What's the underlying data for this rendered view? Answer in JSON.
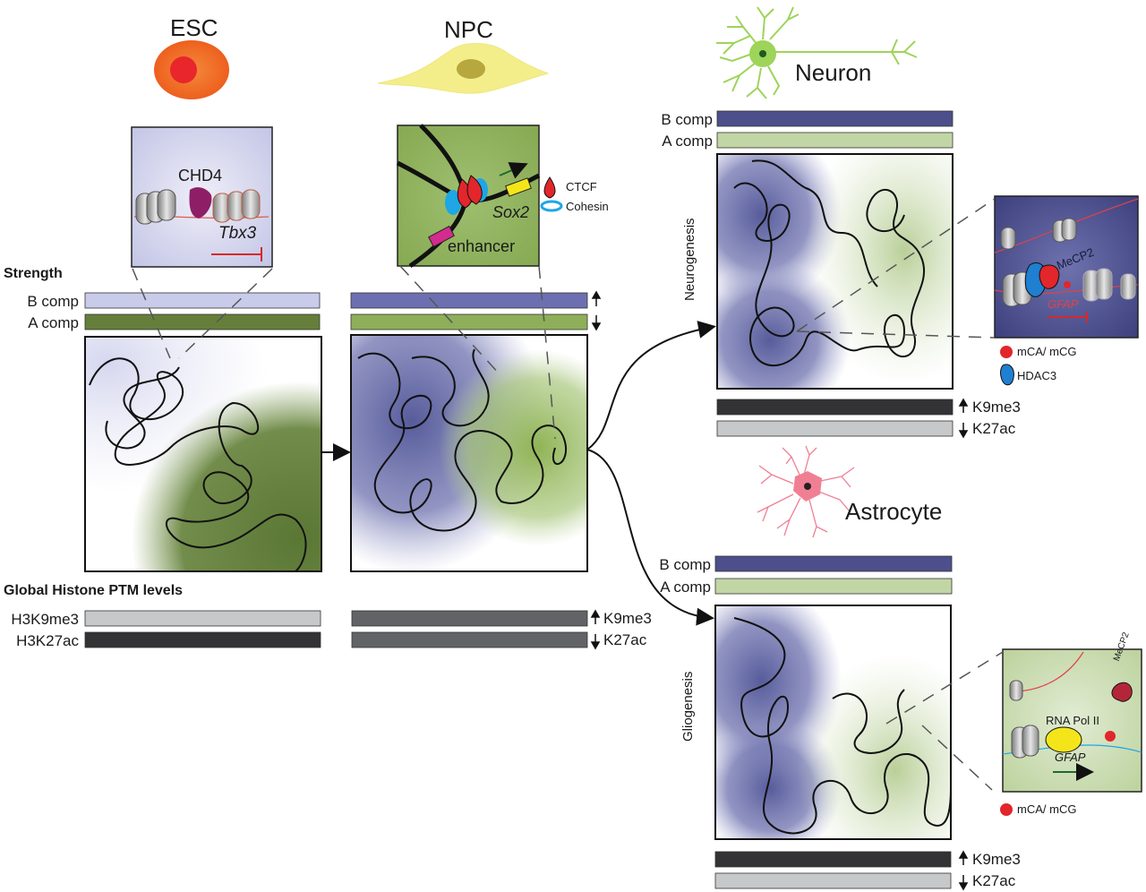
{
  "stages": {
    "esc": "ESC",
    "npc": "NPC",
    "neuron": "Neuron",
    "astrocyte": "Astrocyte"
  },
  "labels": {
    "strength": "Strength",
    "b_comp": "B comp",
    "a_comp": "A comp",
    "global_ptm": "Global Histone PTM levels",
    "h3k9me3": "H3K9me3",
    "h3k27ac": "H3K27ac",
    "k9me3": "K9me3",
    "k27ac": "K27ac",
    "neurogenesis": "Neurogenesis",
    "gliogenesis": "Gliogenesis"
  },
  "insets": {
    "chd4": "CHD4",
    "tbx3": "Tbx3",
    "sox2": "Sox2",
    "enhancer": "enhancer",
    "ctcf": "CTCF",
    "cohesin": "Cohesin",
    "mecp2": "MeCP2",
    "gfap": "GFAP",
    "rna_pol": "RNA Pol II",
    "mca_mcg": "mCA/ mCG",
    "hdac3": "HDAC3"
  },
  "colors": {
    "esc_cell": "#f06a25",
    "esc_nucleus": "#e8262b",
    "npc_cell": "#f3ee8a",
    "neuron": "#9ed45a",
    "astrocyte": "#f07f94",
    "b_comp_light": "#c9cbea",
    "b_comp_dark": "#4d4f8c",
    "a_comp_dark": "#657f3b",
    "a_comp_light": "#c2d6a5",
    "ptm_light": "#c7c8ca",
    "ptm_mid": "#626366",
    "ptm_dark": "#333335"
  }
}
